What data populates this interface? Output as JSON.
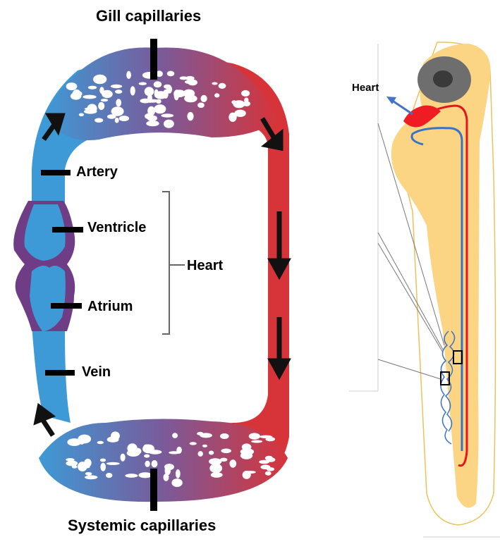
{
  "circulation_diagram": {
    "top_label": "Gill capillaries",
    "bottom_label": "Systemic capillaries",
    "artery_label": "Artery",
    "ventricle_label": "Ventricle",
    "atrium_label": "Atrium",
    "vein_label": "Vein",
    "heart_label": "Heart",
    "colors": {
      "oxygenated": "#d7343a",
      "deoxygenated": "#3d9ad6",
      "mixed": "#7a4c8e",
      "heart_wall": "#6e3d86"
    }
  },
  "zebrafish_diagram": {
    "heart_label": "Heart",
    "colors": {
      "body": "#fbd584",
      "eye_outer": "#6e6e6e",
      "eye_inner": "#3a3a3a",
      "artery": "#e8141c",
      "vein": "#3b73c4",
      "heart": "#ef1c24",
      "arrow": "#4472c4"
    }
  }
}
